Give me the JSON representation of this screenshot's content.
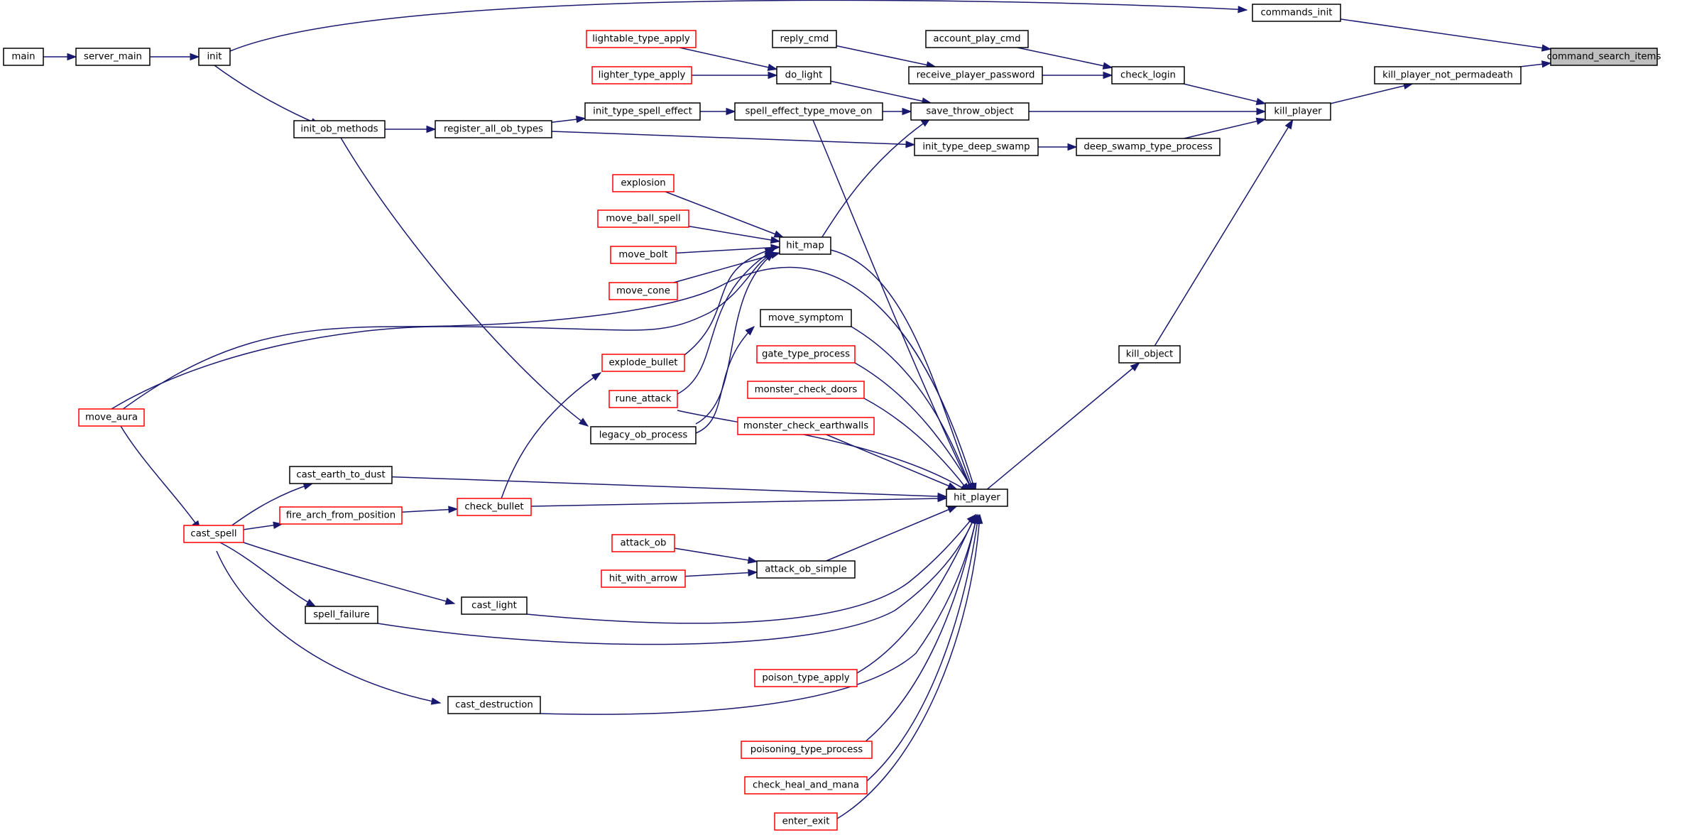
{
  "colors": {
    "edge": "#191970",
    "node_border": "#000000",
    "node_border_red": "#ff0000",
    "highlight_fill": "#bfbfbf"
  },
  "nodes": [
    {
      "id": "command_search_items",
      "label": "command_search_items",
      "style": "highlight"
    },
    {
      "id": "commands_init",
      "label": "commands_init",
      "style": "black"
    },
    {
      "id": "kill_player_not_permadeath",
      "label": "kill_player_not_permadeath",
      "style": "black"
    },
    {
      "id": "kill_player",
      "label": "kill_player",
      "style": "black"
    },
    {
      "id": "check_login",
      "label": "check_login",
      "style": "black"
    },
    {
      "id": "save_throw_object",
      "label": "save_throw_object",
      "style": "black"
    },
    {
      "id": "deep_swamp_type_process",
      "label": "deep_swamp_type_process",
      "style": "black"
    },
    {
      "id": "kill_object",
      "label": "kill_object",
      "style": "black"
    },
    {
      "id": "hit_player",
      "label": "hit_player",
      "style": "black"
    },
    {
      "id": "account_play_cmd",
      "label": "account_play_cmd",
      "style": "black"
    },
    {
      "id": "reply_cmd",
      "label": "reply_cmd",
      "style": "black"
    },
    {
      "id": "receive_player_password",
      "label": "receive_player_password",
      "style": "black"
    },
    {
      "id": "lightable_type_apply",
      "label": "lightable_type_apply",
      "style": "red"
    },
    {
      "id": "lighter_type_apply",
      "label": "lighter_type_apply",
      "style": "red"
    },
    {
      "id": "do_light",
      "label": "do_light",
      "style": "black"
    },
    {
      "id": "spell_effect_type_move_on",
      "label": "spell_effect_type_move_on",
      "style": "black"
    },
    {
      "id": "init_type_spell_effect",
      "label": "init_type_spell_effect",
      "style": "black"
    },
    {
      "id": "init_type_deep_swamp",
      "label": "init_type_deep_swamp",
      "style": "black"
    },
    {
      "id": "register_all_ob_types",
      "label": "register_all_ob_types",
      "style": "black"
    },
    {
      "id": "init_ob_methods",
      "label": "init_ob_methods",
      "style": "black"
    },
    {
      "id": "init",
      "label": "init",
      "style": "black"
    },
    {
      "id": "server_main",
      "label": "server_main",
      "style": "black"
    },
    {
      "id": "main",
      "label": "main",
      "style": "black"
    },
    {
      "id": "hit_map",
      "label": "hit_map",
      "style": "black"
    },
    {
      "id": "explosion",
      "label": "explosion",
      "style": "red"
    },
    {
      "id": "move_ball_spell",
      "label": "move_ball_spell",
      "style": "red"
    },
    {
      "id": "move_bolt",
      "label": "move_bolt",
      "style": "red"
    },
    {
      "id": "move_cone",
      "label": "move_cone",
      "style": "red"
    },
    {
      "id": "move_symptom",
      "label": "move_symptom",
      "style": "black"
    },
    {
      "id": "gate_type_process",
      "label": "gate_type_process",
      "style": "red"
    },
    {
      "id": "monster_check_doors",
      "label": "monster_check_doors",
      "style": "red"
    },
    {
      "id": "monster_check_earthwalls",
      "label": "monster_check_earthwalls",
      "style": "red"
    },
    {
      "id": "explode_bullet",
      "label": "explode_bullet",
      "style": "red"
    },
    {
      "id": "rune_attack",
      "label": "rune_attack",
      "style": "red"
    },
    {
      "id": "legacy_ob_process",
      "label": "legacy_ob_process",
      "style": "black"
    },
    {
      "id": "move_aura",
      "label": "move_aura",
      "style": "red"
    },
    {
      "id": "cast_earth_to_dust",
      "label": "cast_earth_to_dust",
      "style": "black"
    },
    {
      "id": "cast_spell",
      "label": "cast_spell",
      "style": "red"
    },
    {
      "id": "fire_arch_from_position",
      "label": "fire_arch_from_position",
      "style": "red"
    },
    {
      "id": "check_bullet",
      "label": "check_bullet",
      "style": "red"
    },
    {
      "id": "attack_ob",
      "label": "attack_ob",
      "style": "red"
    },
    {
      "id": "hit_with_arrow",
      "label": "hit_with_arrow",
      "style": "red"
    },
    {
      "id": "attack_ob_simple",
      "label": "attack_ob_simple",
      "style": "black"
    },
    {
      "id": "cast_light",
      "label": "cast_light",
      "style": "black"
    },
    {
      "id": "spell_failure",
      "label": "spell_failure",
      "style": "black"
    },
    {
      "id": "poison_type_apply",
      "label": "poison_type_apply",
      "style": "red"
    },
    {
      "id": "cast_destruction",
      "label": "cast_destruction",
      "style": "black"
    },
    {
      "id": "poisoning_type_process",
      "label": "poisoning_type_process",
      "style": "red"
    },
    {
      "id": "check_heal_and_mana",
      "label": "check_heal_and_mana",
      "style": "red"
    },
    {
      "id": "enter_exit",
      "label": "enter_exit",
      "style": "red"
    }
  ],
  "edges": [
    {
      "from": "commands_init",
      "to": "command_search_items"
    },
    {
      "from": "kill_player_not_permadeath",
      "to": "command_search_items"
    },
    {
      "from": "init",
      "to": "commands_init"
    },
    {
      "from": "kill_player",
      "to": "kill_player_not_permadeath"
    },
    {
      "from": "check_login",
      "to": "kill_player"
    },
    {
      "from": "save_throw_object",
      "to": "kill_player"
    },
    {
      "from": "deep_swamp_type_process",
      "to": "kill_player"
    },
    {
      "from": "kill_object",
      "to": "kill_player"
    },
    {
      "from": "account_play_cmd",
      "to": "check_login"
    },
    {
      "from": "receive_player_password",
      "to": "check_login"
    },
    {
      "from": "reply_cmd",
      "to": "receive_player_password"
    },
    {
      "from": "do_light",
      "to": "save_throw_object"
    },
    {
      "from": "spell_effect_type_move_on",
      "to": "save_throw_object"
    },
    {
      "from": "hit_map",
      "to": "save_throw_object"
    },
    {
      "from": "lightable_type_apply",
      "to": "do_light"
    },
    {
      "from": "lighter_type_apply",
      "to": "do_light"
    },
    {
      "from": "init_type_spell_effect",
      "to": "spell_effect_type_move_on"
    },
    {
      "from": "register_all_ob_types",
      "to": "init_type_spell_effect"
    },
    {
      "from": "register_all_ob_types",
      "to": "init_type_deep_swamp"
    },
    {
      "from": "init_type_deep_swamp",
      "to": "deep_swamp_type_process"
    },
    {
      "from": "init_ob_methods",
      "to": "register_all_ob_types"
    },
    {
      "from": "init",
      "to": "init_ob_methods"
    },
    {
      "from": "server_main",
      "to": "init"
    },
    {
      "from": "main",
      "to": "server_main"
    },
    {
      "from": "hit_player",
      "to": "kill_object"
    },
    {
      "from": "explosion",
      "to": "hit_map"
    },
    {
      "from": "move_ball_spell",
      "to": "hit_map"
    },
    {
      "from": "move_bolt",
      "to": "hit_map"
    },
    {
      "from": "move_cone",
      "to": "hit_map"
    },
    {
      "from": "move_aura",
      "to": "hit_map"
    },
    {
      "from": "explode_bullet",
      "to": "hit_map"
    },
    {
      "from": "rune_attack",
      "to": "hit_map"
    },
    {
      "from": "legacy_ob_process",
      "to": "hit_map"
    },
    {
      "from": "init_ob_methods",
      "to": "legacy_ob_process"
    },
    {
      "from": "check_bullet",
      "to": "explode_bullet"
    },
    {
      "from": "fire_arch_from_position",
      "to": "check_bullet"
    },
    {
      "from": "cast_spell",
      "to": "fire_arch_from_position"
    },
    {
      "from": "cast_spell",
      "to": "cast_earth_to_dust"
    },
    {
      "from": "cast_spell",
      "to": "cast_light"
    },
    {
      "from": "cast_spell",
      "to": "spell_failure"
    },
    {
      "from": "cast_spell",
      "to": "cast_destruction"
    },
    {
      "from": "move_aura",
      "to": "cast_spell"
    },
    {
      "from": "attack_ob",
      "to": "attack_ob_simple"
    },
    {
      "from": "hit_with_arrow",
      "to": "attack_ob_simple"
    },
    {
      "from": "move_symptom",
      "to": "hit_player"
    },
    {
      "from": "gate_type_process",
      "to": "hit_player"
    },
    {
      "from": "monster_check_doors",
      "to": "hit_player"
    },
    {
      "from": "monster_check_earthwalls",
      "to": "hit_player"
    },
    {
      "from": "spell_effect_type_move_on",
      "to": "hit_player"
    },
    {
      "from": "hit_map",
      "to": "hit_player"
    },
    {
      "from": "move_aura",
      "to": "hit_player"
    },
    {
      "from": "rune_attack",
      "to": "hit_player"
    },
    {
      "from": "cast_earth_to_dust",
      "to": "hit_player"
    },
    {
      "from": "check_bullet",
      "to": "hit_player"
    },
    {
      "from": "attack_ob_simple",
      "to": "hit_player"
    },
    {
      "from": "cast_light",
      "to": "hit_player"
    },
    {
      "from": "spell_failure",
      "to": "hit_player"
    },
    {
      "from": "poison_type_apply",
      "to": "hit_player"
    },
    {
      "from": "cast_destruction",
      "to": "hit_player"
    },
    {
      "from": "poisoning_type_process",
      "to": "hit_player"
    },
    {
      "from": "check_heal_and_mana",
      "to": "hit_player"
    },
    {
      "from": "enter_exit",
      "to": "hit_player"
    },
    {
      "from": "legacy_ob_process",
      "to": "move_symptom"
    }
  ]
}
